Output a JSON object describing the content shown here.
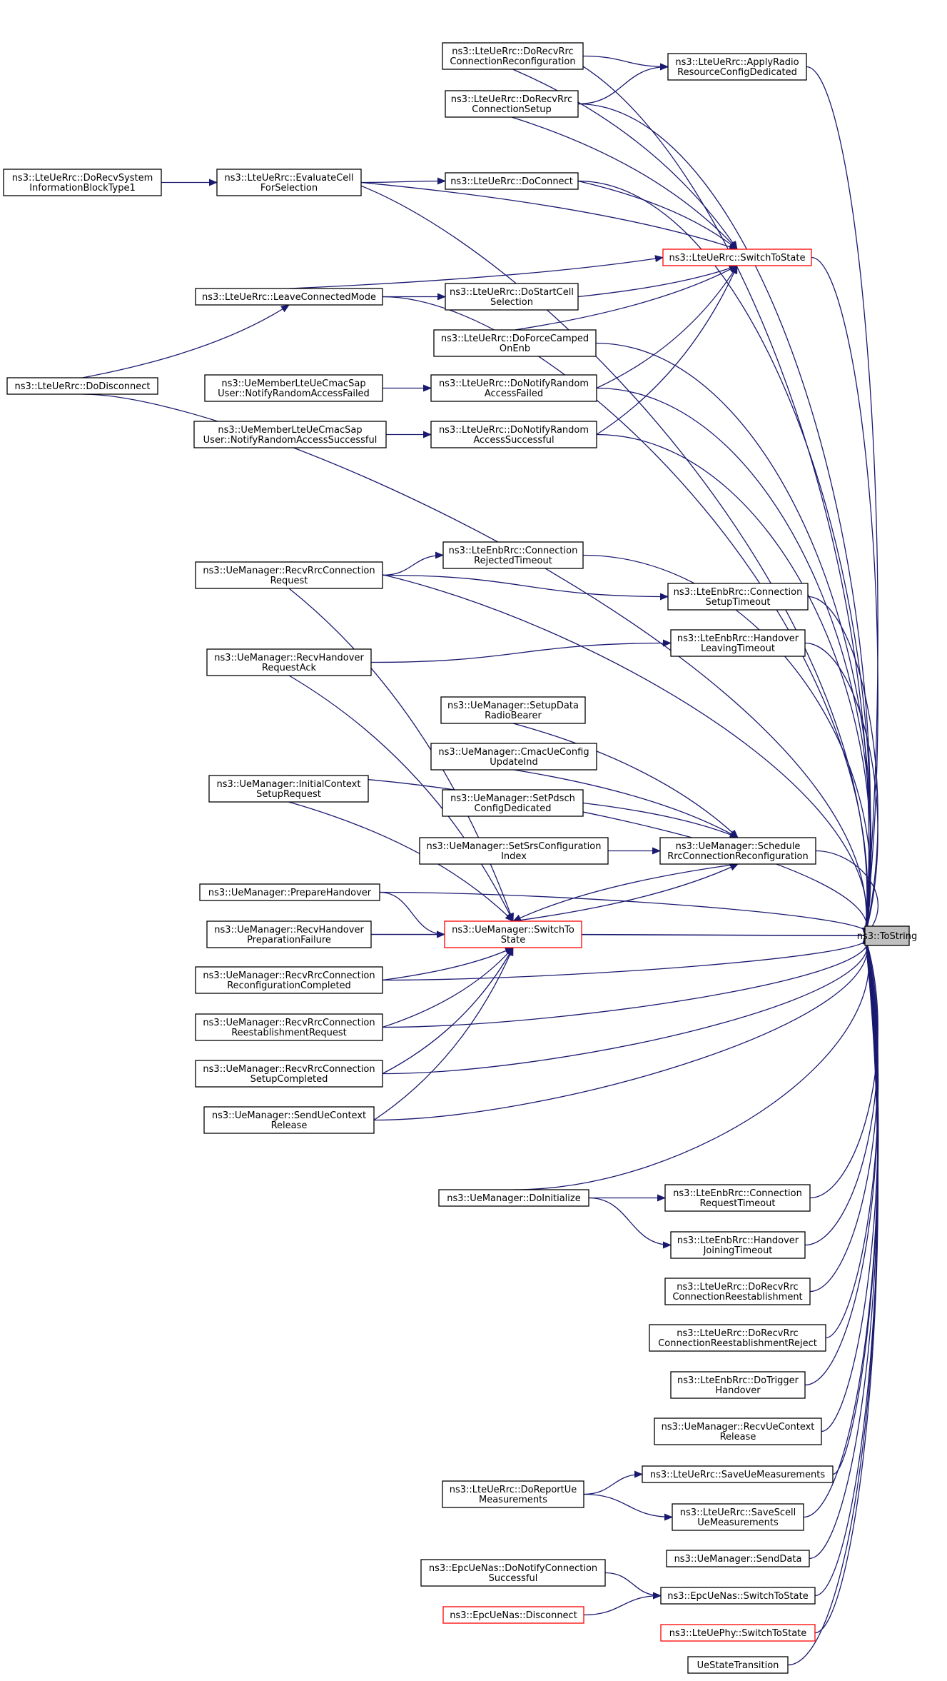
{
  "graph": {
    "root": "ToString",
    "edge_color": "#191970",
    "highlight_color": "#ff0000",
    "root_fill": "#bfbfbf",
    "nodes": [
      {
        "id": "ToString",
        "lines": [
          "ns3::ToString"
        ],
        "style": "root"
      },
      {
        "id": "LteUeRrcDoRecvRrcConnRecfg",
        "lines": [
          "ns3::LteUeRrc::DoRecvRrc",
          "ConnectionReconfiguration"
        ]
      },
      {
        "id": "LteUeRrcApplyRadio",
        "lines": [
          "ns3::LteUeRrc::ApplyRadio",
          "ResourceConfigDedicated"
        ]
      },
      {
        "id": "LteUeRrcDoRecvRrcConnSetup",
        "lines": [
          "ns3::LteUeRrc::DoRecvRrc",
          "ConnectionSetup"
        ]
      },
      {
        "id": "LteUeRrcDoRecvSib1",
        "lines": [
          "ns3::LteUeRrc::DoRecvSystem",
          "InformationBlockType1"
        ]
      },
      {
        "id": "LteUeRrcEvaluateCell",
        "lines": [
          "ns3::LteUeRrc::EvaluateCell",
          "ForSelection"
        ]
      },
      {
        "id": "LteUeRrcDoConnect",
        "lines": [
          "ns3::LteUeRrc::DoConnect"
        ]
      },
      {
        "id": "LteUeRrcSwitchToState",
        "lines": [
          "ns3::LteUeRrc::SwitchToState"
        ],
        "style": "red"
      },
      {
        "id": "LteUeRrcLeaveConnected",
        "lines": [
          "ns3::LteUeRrc::LeaveConnectedMode"
        ]
      },
      {
        "id": "LteUeRrcDoStartCell",
        "lines": [
          "ns3::LteUeRrc::DoStartCell",
          "Selection"
        ]
      },
      {
        "id": "LteUeRrcDoForceCamped",
        "lines": [
          "ns3::LteUeRrc::DoForceCamped",
          "OnEnb"
        ]
      },
      {
        "id": "LteUeRrcDoDisconnect",
        "lines": [
          "ns3::LteUeRrc::DoDisconnect"
        ]
      },
      {
        "id": "UeMemberRAFailed",
        "lines": [
          "ns3::UeMemberLteUeCmacSap",
          "User::NotifyRandomAccessFailed"
        ]
      },
      {
        "id": "LteUeRrcDoNotifyRAFailed",
        "lines": [
          "ns3::LteUeRrc::DoNotifyRandom",
          "AccessFailed"
        ]
      },
      {
        "id": "UeMemberRASuccess",
        "lines": [
          "ns3::UeMemberLteUeCmacSap",
          "User::NotifyRandomAccessSuccessful"
        ]
      },
      {
        "id": "LteUeRrcDoNotifyRASuccess",
        "lines": [
          "ns3::LteUeRrc::DoNotifyRandom",
          "AccessSuccessful"
        ]
      },
      {
        "id": "LteEnbRrcConnRejected",
        "lines": [
          "ns3::LteEnbRrc::Connection",
          "RejectedTimeout"
        ]
      },
      {
        "id": "UeMgrRecvRrcConnRequest",
        "lines": [
          "ns3::UeManager::RecvRrcConnection",
          "Request"
        ]
      },
      {
        "id": "LteEnbRrcConnSetupTimeout",
        "lines": [
          "ns3::LteEnbRrc::Connection",
          "SetupTimeout"
        ]
      },
      {
        "id": "LteEnbRrcHandoverLeaving",
        "lines": [
          "ns3::LteEnbRrc::Handover",
          "LeavingTimeout"
        ]
      },
      {
        "id": "UeMgrRecvHandoverReqAck",
        "lines": [
          "ns3::UeManager::RecvHandover",
          "RequestAck"
        ]
      },
      {
        "id": "UeMgrSetupDataRB",
        "lines": [
          "ns3::UeManager::SetupData",
          "RadioBearer"
        ]
      },
      {
        "id": "UeMgrCmacUeConfig",
        "lines": [
          "ns3::UeManager::CmacUeConfig",
          "UpdateInd"
        ]
      },
      {
        "id": "UeMgrInitialContext",
        "lines": [
          "ns3::UeManager::InitialContext",
          "SetupRequest"
        ]
      },
      {
        "id": "UeMgrSetPdsch",
        "lines": [
          "ns3::UeManager::SetPdsch",
          "ConfigDedicated"
        ]
      },
      {
        "id": "UeMgrSetSrs",
        "lines": [
          "ns3::UeManager::SetSrsConfiguration",
          "Index"
        ]
      },
      {
        "id": "UeMgrSchedule",
        "lines": [
          "ns3::UeManager::Schedule",
          "RrcConnectionReconfiguration"
        ]
      },
      {
        "id": "UeMgrPrepareHandover",
        "lines": [
          "ns3::UeManager::PrepareHandover"
        ]
      },
      {
        "id": "UeMgrSwitchToState",
        "lines": [
          "ns3::UeManager::SwitchTo",
          "State"
        ],
        "style": "red"
      },
      {
        "id": "UeMgrRecvHandoverPrepFail",
        "lines": [
          "ns3::UeManager::RecvHandover",
          "PreparationFailure"
        ]
      },
      {
        "id": "UeMgrRecvRrcReconfCompleted",
        "lines": [
          "ns3::UeManager::RecvRrcConnection",
          "ReconfigurationCompleted"
        ]
      },
      {
        "id": "UeMgrRecvRrcReestabRequest",
        "lines": [
          "ns3::UeManager::RecvRrcConnection",
          "ReestablishmentRequest"
        ]
      },
      {
        "id": "UeMgrRecvRrcSetupCompleted",
        "lines": [
          "ns3::UeManager::RecvRrcConnection",
          "SetupCompleted"
        ]
      },
      {
        "id": "UeMgrSendUeContextRelease",
        "lines": [
          "ns3::UeManager::SendUeContext",
          "Release"
        ]
      },
      {
        "id": "UeMgrDoInitialize",
        "lines": [
          "ns3::UeManager::DoInitialize"
        ]
      },
      {
        "id": "LteEnbRrcConnReqTimeout",
        "lines": [
          "ns3::LteEnbRrc::Connection",
          "RequestTimeout"
        ]
      },
      {
        "id": "LteEnbRrcHandoverJoining",
        "lines": [
          "ns3::LteEnbRrc::Handover",
          "JoiningTimeout"
        ]
      },
      {
        "id": "LteUeRrcDoRecvReestab",
        "lines": [
          "ns3::LteUeRrc::DoRecvRrc",
          "ConnectionReestablishment"
        ]
      },
      {
        "id": "LteUeRrcDoRecvReestabReject",
        "lines": [
          "ns3::LteUeRrc::DoRecvRrc",
          "ConnectionReestablishmentReject"
        ]
      },
      {
        "id": "LteEnbRrcDoTriggerHandover",
        "lines": [
          "ns3::LteEnbRrc::DoTrigger",
          "Handover"
        ]
      },
      {
        "id": "UeMgrRecvUeContextRelease",
        "lines": [
          "ns3::UeManager::RecvUeContext",
          "Release"
        ]
      },
      {
        "id": "LteUeRrcSaveUeMeas",
        "lines": [
          "ns3::LteUeRrc::SaveUeMeasurements"
        ]
      },
      {
        "id": "LteUeRrcDoReportUeMeas",
        "lines": [
          "ns3::LteUeRrc::DoReportUe",
          "Measurements"
        ]
      },
      {
        "id": "LteUeRrcSaveScellUeMeas",
        "lines": [
          "ns3::LteUeRrc::SaveScell",
          "UeMeasurements"
        ]
      },
      {
        "id": "UeMgrSendData",
        "lines": [
          "ns3::UeManager::SendData"
        ]
      },
      {
        "id": "EpcUeNasDoNotifyConnSuccess",
        "lines": [
          "ns3::EpcUeNas::DoNotifyConnection",
          "Successful"
        ]
      },
      {
        "id": "EpcUeNasSwitchToState",
        "lines": [
          "ns3::EpcUeNas::SwitchToState"
        ]
      },
      {
        "id": "EpcUeNasDisconnect",
        "lines": [
          "ns3::EpcUeNas::Disconnect"
        ],
        "style": "red"
      },
      {
        "id": "LteUePhySwitchToState",
        "lines": [
          "ns3::LteUePhy::SwitchToState"
        ],
        "style": "red"
      },
      {
        "id": "UeStateTransition",
        "lines": [
          "UeStateTransition"
        ]
      }
    ]
  }
}
